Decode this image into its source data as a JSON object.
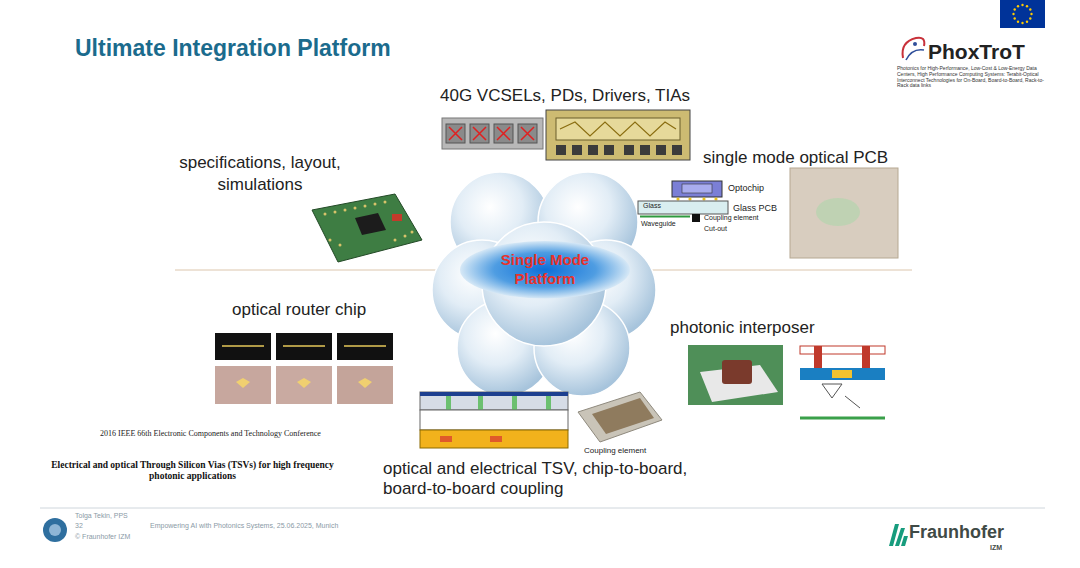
{
  "diagram": {
    "title": "Ultimate Integration Platform",
    "nodes": [
      {
        "text": [
          "Single Mode Platform"
        ]
      }
    ],
    "labels": [
      "40G VCSELs, PDs, Drivers, TIAs",
      "specifications, layout, simulations",
      "single mode optical PCB",
      "optical router chip",
      "photonic interposer",
      "optical and electrical TSV, chip-to-board, board-to-board coupling",
      "Coupling element",
      "2016 IEEE 66th Electronic Components and Technology Conference",
      "Electrical and optical Through Silicon Vias (TSVs) for high frequency photonic applications",
      "Optochip",
      "Glass PCB",
      "Glass",
      "Coupling element",
      "Waveguide",
      "Cut-out",
      "PhoxTroT",
      "Photonics for High-Performance, Low-Cost & Low-Energy Data Centers, High Performance Computing Systems: Terabit-Optical Interconnect Technologies for On-Board, Board-to-Board, Rack-to-Rack data links",
      "Tolga Tekin, PPS",
      "32",
      "Empowering AI with Photonics Systems, 25.06.2025, Munich",
      "© Fraunhofer IZM",
      "Fraunhofer",
      "IZM"
    ]
  }
}
